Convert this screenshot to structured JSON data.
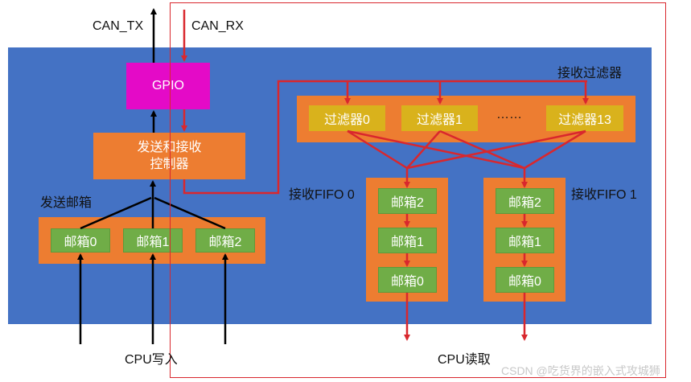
{
  "signals": {
    "can_tx": "CAN_TX",
    "can_rx": "CAN_RX"
  },
  "gpio": "GPIO",
  "controller": "发送和接收\n控制器",
  "tx_mailboxes": {
    "title": "发送邮箱",
    "boxes": [
      "邮箱0",
      "邮箱1",
      "邮箱2"
    ]
  },
  "filters": {
    "title": "接收过滤器",
    "items": [
      "过滤器0",
      "过滤器1",
      "过滤器13"
    ],
    "ellipsis": "……"
  },
  "fifo0": {
    "title": "接收FIFO 0",
    "boxes": [
      "邮箱2",
      "邮箱1",
      "邮箱0"
    ]
  },
  "fifo1": {
    "title": "接收FIFO 1",
    "boxes": [
      "邮箱2",
      "邮箱1",
      "邮箱0"
    ]
  },
  "cpu_write": "CPU写入",
  "cpu_read": "CPU读取",
  "watermark": "CSDN @吃货界的嵌入式攻城狮",
  "colors": {
    "panel": "#4472c4",
    "orange": "#ed7d31",
    "green": "#70ad47",
    "yellow": "#d9b21c",
    "gpio": "#e40ac7",
    "red": "#d9272d"
  }
}
